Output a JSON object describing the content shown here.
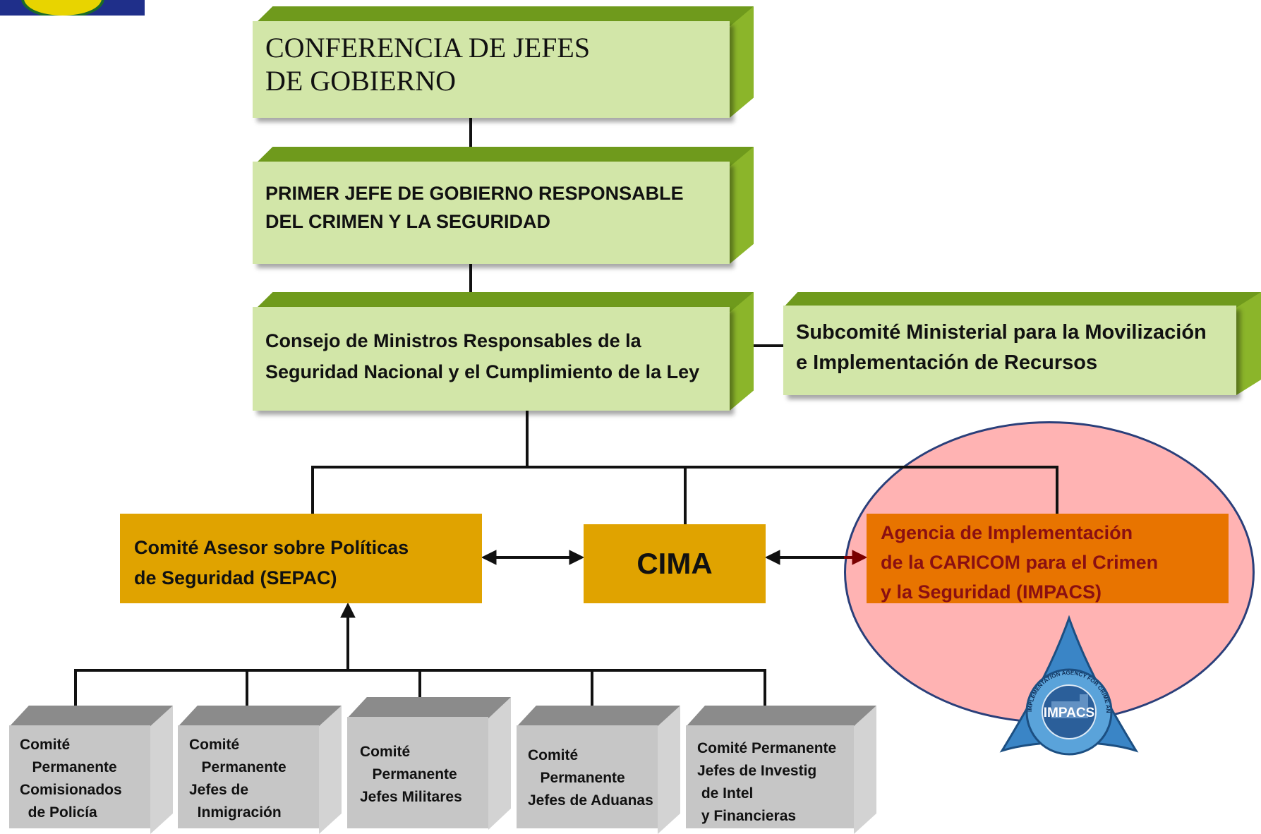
{
  "boxes": {
    "conferencia": "CONFERENCIA DE JEFES\nDE GOBIERNO",
    "primer_jefe": "PRIMER JEFE DE GOBIERNO RESPONSABLE\nDEL CRIMEN Y LA SEGURIDAD",
    "consejo": "Consejo de Ministros Responsables de la\nSeguridad Nacional y el Cumplimiento de la Ley",
    "subcomite": "Subcomité Ministerial para la Movilización\ne Implementación de Recursos",
    "sepac": "Comité Asesor sobre Políticas\nde Seguridad (SEPAC)",
    "cima": "CIMA",
    "impacs": "Agencia de Implementación\nde la CARICOM para el Crimen\ny la Seguridad (IMPACS)"
  },
  "committees": [
    "Comité\n   Permanente\nComisionados\n  de Policía",
    "Comité\n   Permanente\nJefes de\n  Inmigración",
    "Comité\n   Permanente\nJefes Militares",
    "Comité\n   Permanente\nJefes de Aduanas",
    "Comité Permanente\nJefes de Investig\n de Intel\n y Financieras"
  ],
  "logo": {
    "center_text": "IMPACS",
    "ring_text": "IMPLEMENTATION AGENCY FOR CRIME AND SECURITY"
  },
  "colors": {
    "green_box": "#d2e6a8",
    "orange_box": "#e0a300",
    "impacs_box": "#e87400",
    "highlight_ellipse": "#ffb3b3",
    "gray_box": "#c6c6c6"
  }
}
